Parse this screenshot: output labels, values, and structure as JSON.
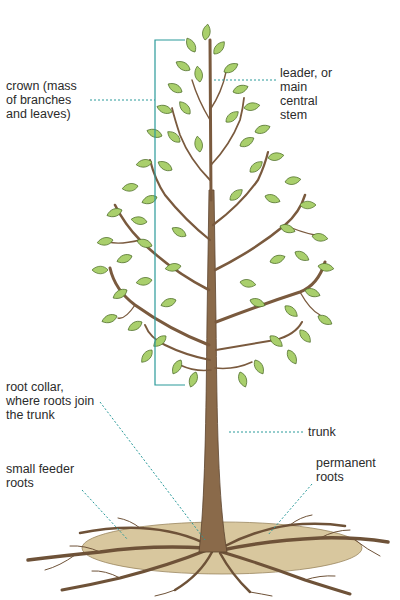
{
  "diagram": {
    "labels": [
      "crown (mass of branches and leaves)",
      "leader, or main central stem",
      "root collar, where roots join the trunk",
      "trunk",
      "small feeder roots",
      "permanent roots"
    ]
  }
}
